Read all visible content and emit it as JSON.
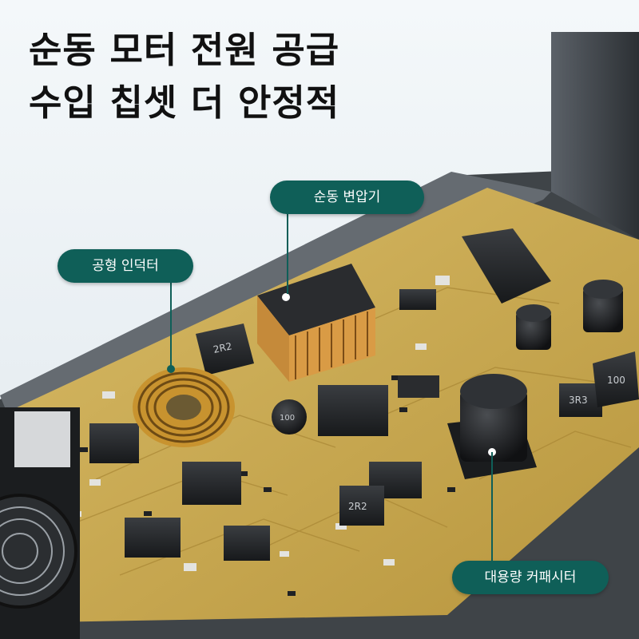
{
  "headline": {
    "line1": "순동 모터 전원 공급",
    "line2": "수입 칩셋 더 안정적"
  },
  "callouts": {
    "transformer": "순동 변압기",
    "inductor": "공형 인덕터",
    "capacitor": "대용량 커패시터"
  },
  "chip_markings": {
    "inductor_left": "2R2",
    "inductor_mid": "2R2",
    "inductor_small": "100",
    "inductor_right": "3R3",
    "inductor_far_right": "100"
  },
  "colors": {
    "callout_bg": "#0f5f58",
    "pcb": "#c9a94f",
    "component": "#1f2124"
  }
}
